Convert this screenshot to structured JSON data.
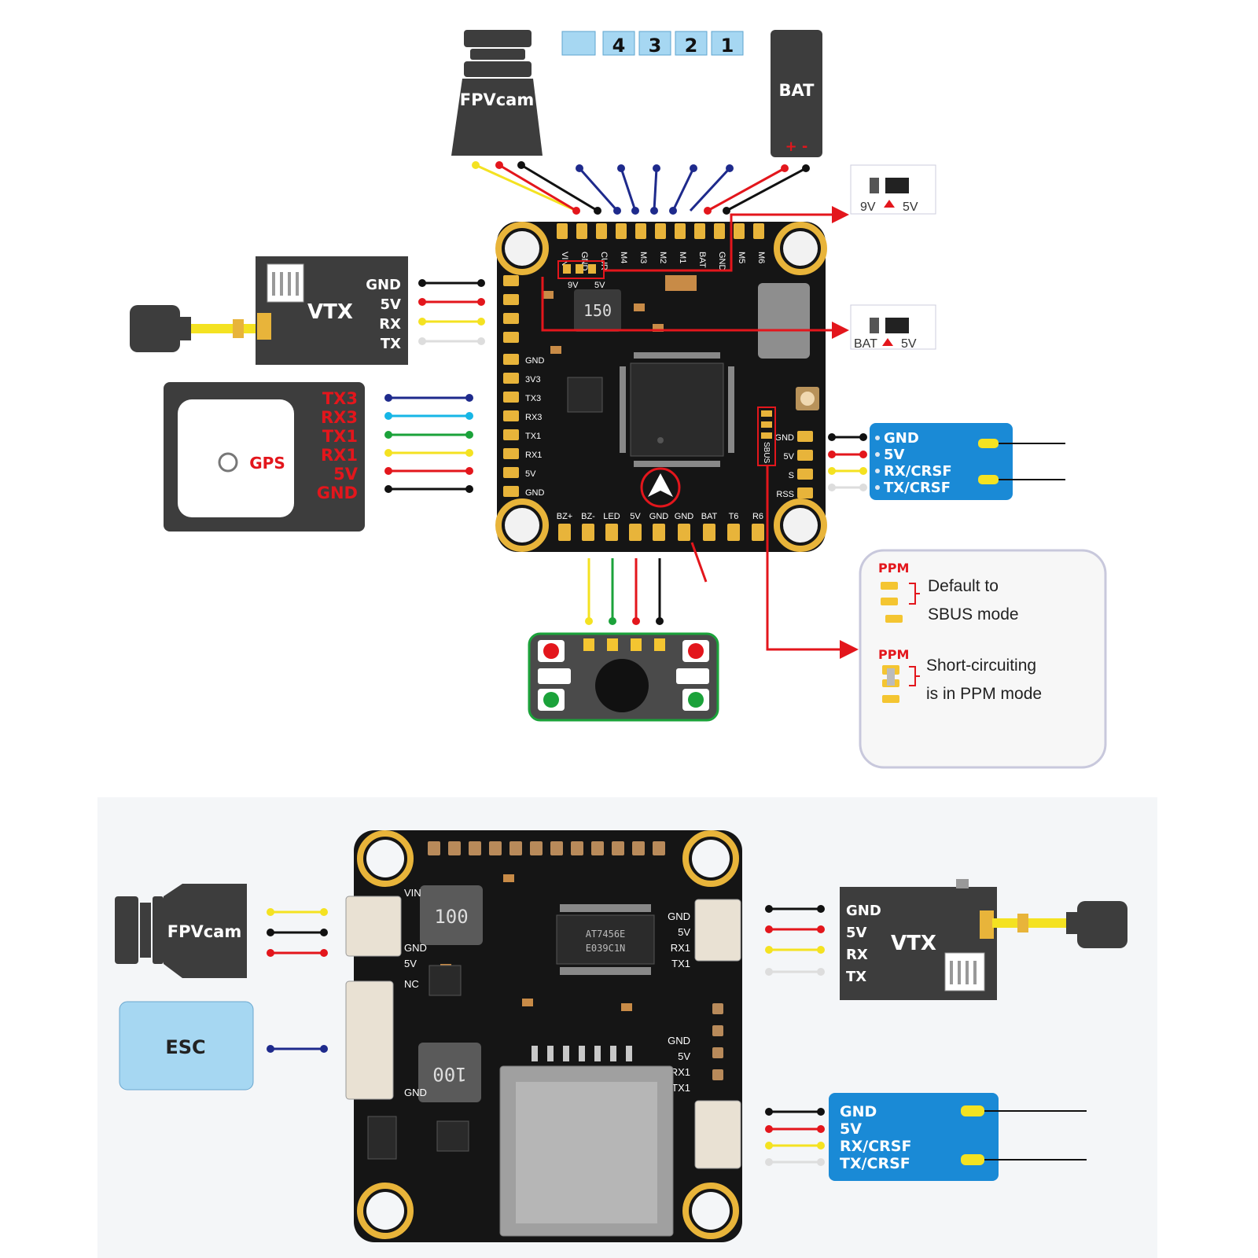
{
  "top": {
    "esc_pads": [
      "4",
      "3",
      "2",
      "1"
    ],
    "fpvcam_label": "FPVcam",
    "bat_label": "BAT",
    "bat_polarity": "+ -",
    "board_top_pins": [
      "VIN",
      "GND",
      "CUR",
      "M4",
      "M3",
      "M2",
      "M1",
      "BAT",
      "GND",
      "M5",
      "M6"
    ],
    "board_bottom_pins": [
      "BZ+",
      "BZ-",
      "LED",
      "5V",
      "GND",
      "GND",
      "BAT",
      "T6",
      "R6"
    ],
    "board_left_pins": [
      "GND",
      "3V3",
      "TX3",
      "RX3",
      "TX1",
      "RX1",
      "5V",
      "GND"
    ],
    "board_right_pins": [
      "GND",
      "5V",
      "S",
      "RSS"
    ],
    "inductor_code": "150",
    "switch_9v5v": {
      "left": "9V",
      "right": "5V"
    },
    "switch_bat5v": {
      "left": "BAT",
      "right": "5V"
    },
    "board_small_labels": {
      "9v": "9V",
      "5v": "5V",
      "sbus": "SBUS"
    },
    "vtx": {
      "title": "VTX",
      "pins": [
        "GND",
        "5V",
        "RX",
        "TX"
      ]
    },
    "gps": {
      "title": "GPS",
      "pins": [
        "TX3",
        "RX3",
        "TX1",
        "RX1",
        "5V",
        "GND"
      ]
    },
    "rx": {
      "pins": [
        "GND",
        "5V",
        "RX/CRSF",
        "TX/CRSF"
      ]
    },
    "ppm_box": {
      "ppm_label": "PPM",
      "default_line1": "Default to",
      "default_line2": "SBUS mode",
      "short_line1": "Short-circuiting",
      "short_line2": "is in PPM mode"
    }
  },
  "bottom": {
    "fpvcam_label": "FPVcam",
    "esc_label": "ESC",
    "inductor_code_1": "100",
    "inductor_code_2": "100",
    "left_pins": [
      "VIN",
      "GND",
      "5V",
      "NC",
      "GND"
    ],
    "right_pins_top": [
      "GND",
      "5V",
      "RX1",
      "TX1"
    ],
    "right_pins_mid": [
      "GND",
      "5V",
      "RX1",
      "TX1"
    ],
    "chip_text": [
      "AT7456E",
      "E039C1N"
    ],
    "vtx": {
      "title": "VTX",
      "pins": [
        "GND",
        "5V",
        "RX",
        "TX"
      ]
    },
    "rx": {
      "pins": [
        "GND",
        "5V",
        "RX/CRSF",
        "TX/CRSF"
      ]
    }
  },
  "colors": {
    "board": "#151515",
    "pad": "#e8b43a",
    "wire_red": "#e3161c",
    "wire_black": "#111111",
    "wire_yellow": "#f4e221",
    "wire_blue": "#1e2a8c",
    "wire_cyan": "#16b6e6",
    "wire_green": "#1ba23a",
    "wire_white": "#dddddd",
    "rx_blue": "#1a8ad6",
    "esc_blue": "#a6d7f2",
    "module_gray": "#3d3d3d"
  }
}
